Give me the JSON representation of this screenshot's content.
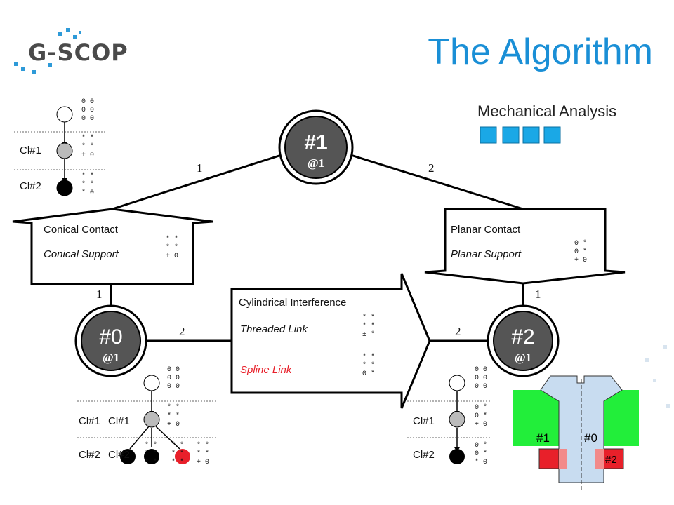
{
  "title": "The Algorithm",
  "logo": "G-SCOP",
  "mechanical_analysis": "Mechanical Analysis",
  "nodes": {
    "n1": {
      "label": "#1",
      "sub": "@1"
    },
    "n0": {
      "label": "#0",
      "sub": "@1"
    },
    "n2": {
      "label": "#2",
      "sub": "@1"
    }
  },
  "edge_numbers": {
    "e1a": "1",
    "e1b": "2",
    "e0a": "1",
    "e0b": "2",
    "e2a": "1",
    "e2b": "2"
  },
  "conical": {
    "title": "Conical Contact",
    "support": "Conical Support",
    "matrix": "* *\n* *\n+ 0"
  },
  "planar": {
    "title": "Planar Contact",
    "support": "Planar Support",
    "matrix": "0 *\n0 *\n+ 0"
  },
  "cylindrical": {
    "title": "Cylindrical Interference",
    "threaded": "Threaded Link",
    "spline": "Spline Link",
    "m1": "* *\n* *\n± *",
    "m2": "* *\n* *\n0 *"
  },
  "left_top_tree": {
    "cl1": "Cl#1",
    "cl2": "Cl#2",
    "m0": "0 0\n0 0\n0 0",
    "m1": "* *\n* *\n+ 0",
    "m2": "* *\n* *\n* 0"
  },
  "bottom_left_tree": {
    "cl1a": "Cl#1",
    "cl1b": "Cl#1",
    "cl2a": "Cl#2",
    "cl2b": "Cl#2",
    "m0": "0 0\n0 0\n0 0",
    "m1": "* *\n* *\n+ 0",
    "m2": "* *\n* *\n* *",
    "m3": "* *\n* *\n* *",
    "m4": "* *\n* *\n+ 0"
  },
  "bottom_right_tree": {
    "cl1": "Cl#1",
    "cl2": "Cl#2",
    "m0": "0 0\n0 0\n0 0",
    "m1": "0 *\n0 *\n+ 0",
    "m2": "0 *\n0 *\n* 0"
  },
  "part_labels": {
    "p1": "#1",
    "p0": "#0",
    "p2": "#2"
  },
  "colors": {
    "accent": "#1a8fd6",
    "node": "#555555",
    "green": "#22ee3a",
    "red": "#e8202a",
    "part": "#c8dcf0"
  }
}
